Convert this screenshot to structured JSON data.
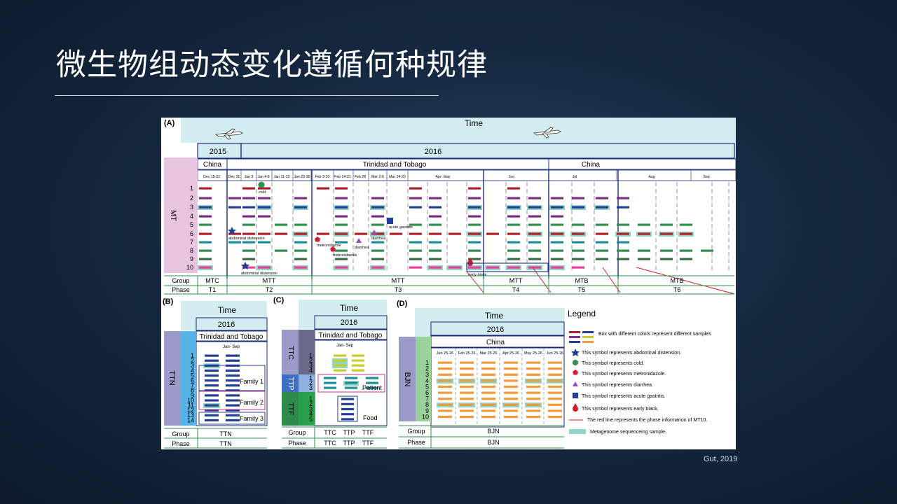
{
  "slide": {
    "title": "微生物组动态变化遵循何种规律",
    "citation": "Gut, 2019"
  },
  "colors": {
    "red": "#b2202a",
    "purple": "#7a2f82",
    "blue": "#233e94",
    "teal": "#1f8f9a",
    "green": "#2f8f4f",
    "dkgreen": "#3a6b48",
    "pink": "#e8409a",
    "orange": "#f29a3a",
    "yellow": "#c8cc2a",
    "seq": "#8fd6c8",
    "header": "#d3ecf0",
    "mt": "#e9c4e0",
    "ttn": "#9b9ac9",
    "ttn2": "#58b4e6",
    "bjn": "#9b9ac9",
    "bjn2": "#9bd29b"
  },
  "panelA": {
    "label": "(A)",
    "time": "Time",
    "years": [
      "2015",
      "2016"
    ],
    "places": [
      "China",
      "Trinidad and Tobago",
      "China"
    ],
    "periods": [
      "Dec 15-22",
      "Dec 31",
      "Jan 3",
      "Jan 4-8",
      "Jan 11-13",
      "Jan 23-30",
      "Feb 3-10",
      "Feb 14-21",
      "Feb 28",
      "Mar 2-6",
      "Mar 14-20",
      "Apr- May",
      "Jun",
      "Jul",
      "Aug",
      "Sep"
    ],
    "side_label": "MT",
    "rows": [
      "1",
      "2",
      "3",
      "4",
      "5",
      "6",
      "7",
      "8",
      "9",
      "10"
    ],
    "events": [
      "cold",
      "acute gastritis",
      "abdominal distension",
      "metronidazole",
      "metronidazole",
      "diarrhea",
      "diarrhea",
      "abdominal distension",
      "early black"
    ],
    "group_label": "Group",
    "phase_label": "Phase",
    "groups": [
      "MTC",
      "MTT",
      "MTT",
      "MTT",
      "MTB",
      "MTB"
    ],
    "phases": [
      "T1",
      "T2",
      "T3",
      "T4",
      "T5",
      "T6"
    ]
  },
  "panelB": {
    "label": "(B)",
    "time": "Time",
    "year": "2016",
    "place": "Trinidad and Tobago",
    "period": "Jan- Sep",
    "side_label": "TTN",
    "rows": [
      "1",
      "2",
      "3",
      "4",
      "5",
      "6",
      "7",
      "8",
      "9",
      "10",
      "11",
      "12",
      "13",
      "14"
    ],
    "families": [
      "Family 1",
      "Family 2",
      "Family 3"
    ],
    "group_label": "Group",
    "phase_label": "Phase",
    "group": "TTN",
    "phase": "TTN"
  },
  "panelC": {
    "label": "(C)",
    "time": "Time",
    "year": "2016",
    "place": "Trinidad and Tobago",
    "period": "Jan- Sep",
    "side_labels": [
      "TTC",
      "TTP",
      "TTF"
    ],
    "rows_ttc": [
      "1",
      "2",
      "3",
      "4"
    ],
    "rows_ttp": [
      "1",
      "2",
      "3"
    ],
    "rows_ttf": [
      "1",
      "2",
      "3",
      "4",
      "5"
    ],
    "boxes": [
      "Patient",
      "Food"
    ],
    "group_label": "Group",
    "phase_label": "Phase",
    "groups": [
      "TTC",
      "TTP",
      "TTF"
    ],
    "phases": [
      "TTC",
      "TTP",
      "TTF"
    ]
  },
  "panelD": {
    "label": "(D)",
    "time": "Time",
    "year": "2016",
    "place": "China",
    "periods": [
      "Jan 25-26",
      "Feb 25-26",
      "Mar 25-26",
      "Apr 25-26",
      "May 25-26",
      "Jun 25-26"
    ],
    "side_label": "BJN",
    "rows": [
      "1",
      "2",
      "3",
      "4",
      "5",
      "6",
      "7",
      "8",
      "9",
      "10"
    ],
    "group_label": "Group",
    "phase_label": "Phase",
    "group": "BJN",
    "phase": "BJN"
  },
  "legend": {
    "title": "Legend",
    "items": [
      "Box with different colors represent different samples",
      "This symbol represents abdominal distension.",
      "This symbol represents cold.",
      "This symbol represents metronidazole.",
      "This symbol represents diarrhea.",
      "This symbol represents acute gastritis.",
      "This symbol represents early black.",
      "The red line represents the phase informarion of MT10.",
      "Metagenome sequenceing sample."
    ]
  }
}
